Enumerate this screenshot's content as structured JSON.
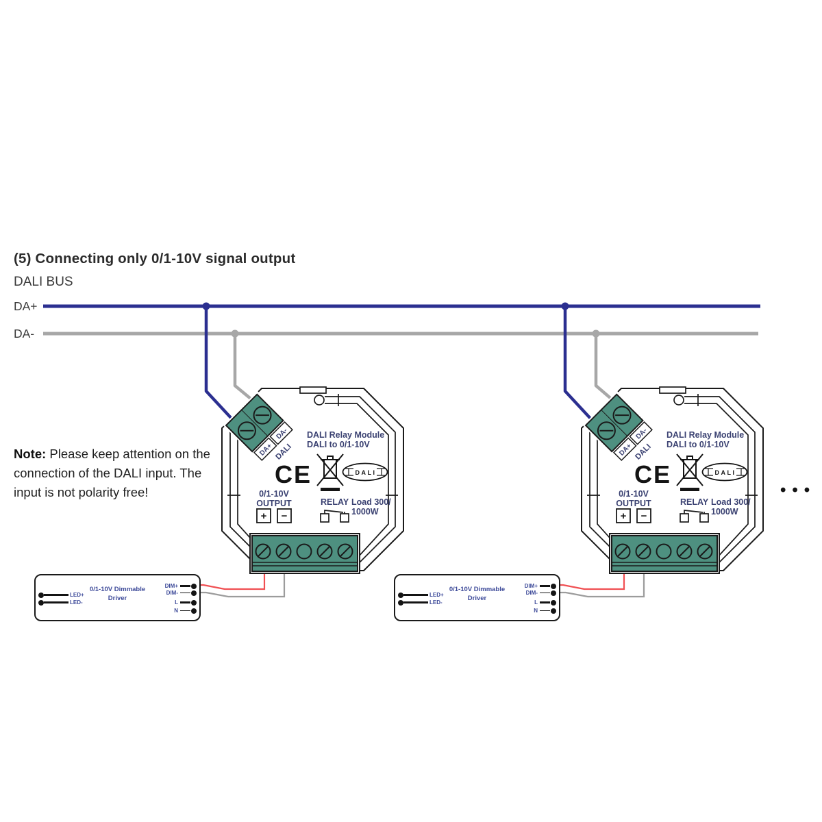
{
  "header": {
    "section_title": "(5) Connecting only 0/1-10V signal output",
    "bus_label": "DALI BUS",
    "da_plus_label": "DA+",
    "da_minus_label": "DA-"
  },
  "note": {
    "label": "Note:",
    "text": "Please keep attention on the connection of the DALI input. The input is not polarity free!"
  },
  "module": {
    "title_line1": "DALI Relay Module",
    "title_line2": "DALI to 0/1-10V",
    "dali_input": {
      "terminal_plus": "DA+",
      "terminal_minus": "DA-",
      "label": "DALI"
    },
    "ce_mark": "CE",
    "dali_logo": "DALI",
    "output": {
      "line1": "0/1-10V",
      "line2": "OUTPUT",
      "plus": "+",
      "minus": "−"
    },
    "relay": {
      "label": "RELAY",
      "load_line1": "Load 300/",
      "load_line2": "1000W"
    }
  },
  "driver": {
    "name_line1": "0/1-10V Dimmable",
    "name_line2": "Driver",
    "left_terminals": [
      "LED+",
      "LED-"
    ],
    "right_terminals": [
      "DIM+",
      "DIM-",
      "L",
      "N"
    ]
  },
  "continuation": "•••",
  "colors": {
    "bus_da_plus": "#2b2f90",
    "bus_da_minus": "#a7a7a7",
    "wire_red": "#f04f52",
    "wire_gray": "#9c9c9c",
    "terminal_green": "#4e9080",
    "module_text_navy": "#3b4272",
    "driver_text_navy": "#3d4a99"
  }
}
